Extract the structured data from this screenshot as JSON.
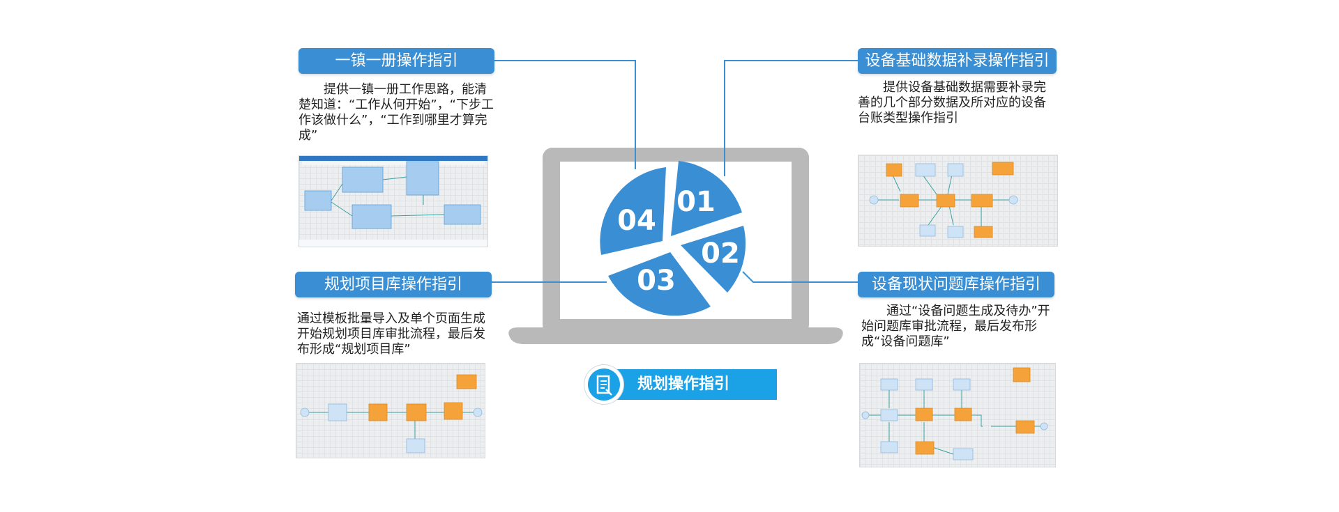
{
  "sections": [
    {
      "id": "01",
      "title": "一镇一册操作指引",
      "description": "提供一镇一册工作思路，能清楚知道：“工作从何开始”，“下步工作该做什么”，“工作到哪里才算完成”"
    },
    {
      "id": "02",
      "title": "设备现状问题库操作指引",
      "description": "通过“设备问题生成及待办”开始问题库审批流程，最后发布形成“设备问题库”"
    },
    {
      "id": "03",
      "title": "规划项目库操作指引",
      "description": "通过模板批量导入及单个页面生成开始规划项目库审批流程，最后发布形成“规划项目库”"
    },
    {
      "id": "04",
      "title": "设备基础数据补录操作指引",
      "description": "提供设备基础数据需要补录完善的几个部分数据及所对应的设备台账类型操作指引"
    }
  ],
  "pie_labels": [
    "01",
    "02",
    "03",
    "04"
  ],
  "guide_banner": {
    "label": "规划操作指引",
    "icon": "document-icon"
  },
  "colors": {
    "accent": "#3a8fd4",
    "banner": "#1aa1e6",
    "laptop": "#b9b9b9",
    "node_blue": "#cfe3f7",
    "node_orange": "#f5a23a"
  }
}
